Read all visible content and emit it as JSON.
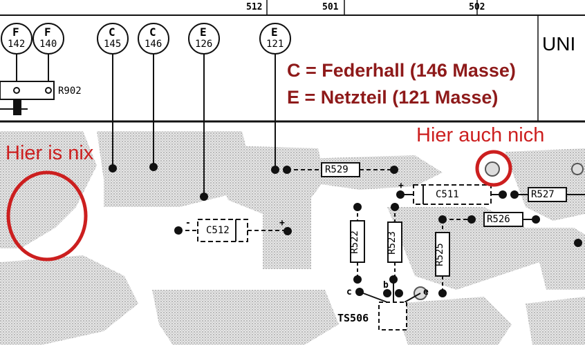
{
  "top_scale": {
    "marks": [
      "512",
      "501",
      "502"
    ],
    "corner_text": "UNI"
  },
  "connectors": [
    {
      "letter": "F",
      "number": "142"
    },
    {
      "letter": "F",
      "number": "140"
    },
    {
      "letter": "C",
      "number": "145"
    },
    {
      "letter": "C",
      "number": "146"
    },
    {
      "letter": "E",
      "number": "126"
    },
    {
      "letter": "E",
      "number": "121"
    }
  ],
  "components": {
    "r902": "R902",
    "r529": "R529",
    "c511": "C511",
    "r527": "R527",
    "r526": "R526",
    "c512": "C512",
    "r522": "R522",
    "r523": "R523",
    "r525": "R525",
    "ts506": "TS506",
    "pin_b": "b",
    "pin_c": "c",
    "pin_e": "e",
    "minus": "-",
    "plus": "+"
  },
  "notes": {
    "line1": "C = Federhall (146 Masse)",
    "line2": "E = Netzteil (121 Masse)"
  },
  "annotations": {
    "left": "Hier is nix",
    "right": "Hier auch nich"
  },
  "colors": {
    "ink": "#111111",
    "copper": "#cfcfcf",
    "note": "#8e1a1a",
    "annotation": "#cc1f1f"
  }
}
